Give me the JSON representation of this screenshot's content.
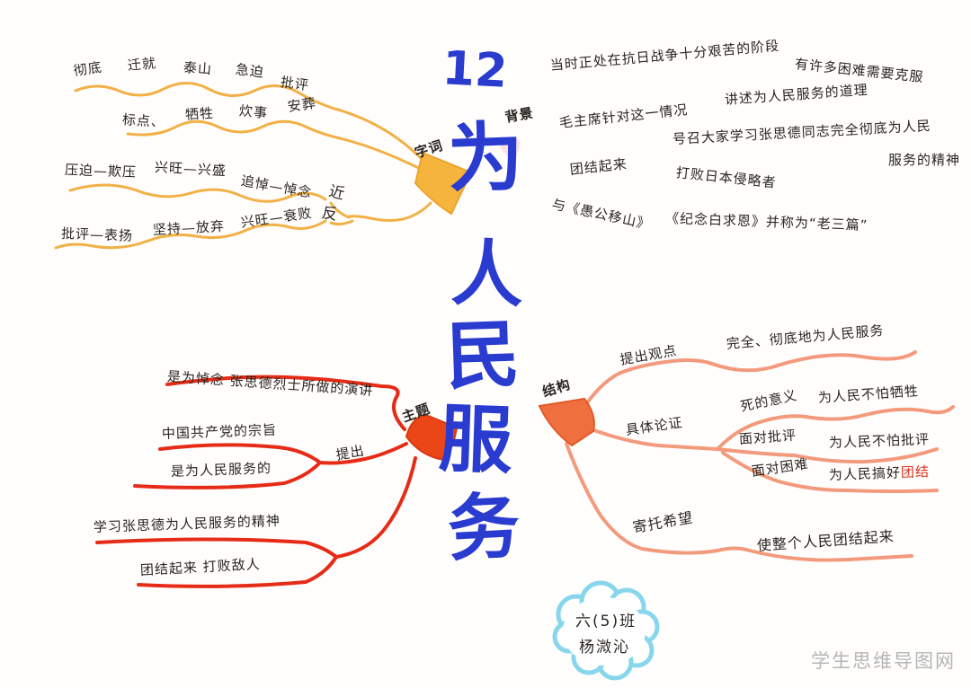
{
  "title": {
    "lesson_number": "12",
    "characters": [
      "为",
      "人",
      "民",
      "服",
      "务"
    ]
  },
  "colors": {
    "title_blue": "#2a3bd0",
    "word_branch_yellow": "#f3b045",
    "theme_branch_red": "#e62b16",
    "structure_branch_salmon": "#f49a7c",
    "highlight_red": "#d9301a",
    "cloud_blue": "#87d6ec",
    "ink": "#29241f",
    "watermark_gray": "#b5b5b5"
  },
  "word_branch": {
    "label": "字词",
    "row1": [
      "彻底",
      "迁就",
      "泰山",
      "急迫",
      "批评"
    ],
    "row2": [
      "标点、",
      "牺牲",
      "炊事",
      "安葬"
    ],
    "synonym_label": "近",
    "synonyms": [
      "压迫—欺压",
      "兴旺—兴盛",
      "追悼—悼念"
    ],
    "antonym_label": "反",
    "antonyms": [
      "批评—表扬",
      "坚持—放弃",
      "兴旺—衰败"
    ]
  },
  "background_branch": {
    "label": "背景",
    "stage": "当时正处在抗日战争十分艰苦的阶段",
    "stage_detail": "有许多困难需要克服",
    "speech_detail": "讲述为人民服务的道理",
    "mao": "毛主席针对这一情况",
    "call": "号召大家学习张思德同志完全彻底为人民",
    "call_cont": "服务的精神",
    "unite": "团结起来",
    "unite_detail": "打败日本侵略者",
    "classic_1": "与《愚公移山》",
    "classic_2": "《纪念白求恩》并称为“老三篇”"
  },
  "structure_branch": {
    "label": "结构",
    "point": "提出观点",
    "point_detail": "完全、彻底地为人民服务",
    "argument": "具体论证",
    "arg1": "死的意义",
    "arg1_detail": "为人民不怕牺牲",
    "arg2": "面对批评",
    "arg2_detail": "为人民不怕批评",
    "arg3": "面对困难",
    "arg3_detail": "为人民搞好",
    "arg3_highlight": "团结",
    "hope": "寄托希望",
    "hope_detail": "使整个人民团结起来"
  },
  "theme_branch": {
    "label": "主题",
    "memorial": "是为悼念 张思德烈士所做的演讲",
    "purpose_1": "中国共产党的宗旨",
    "purpose_2": "是为人民服务的",
    "purpose_label": "提出",
    "learn": "学习张思德为人民服务的精神",
    "unite": "团结起来 打败敌人"
  },
  "signature": {
    "class_name": "六(5)班",
    "student_name": "杨溦沁"
  },
  "watermark": "学生思维导图网"
}
